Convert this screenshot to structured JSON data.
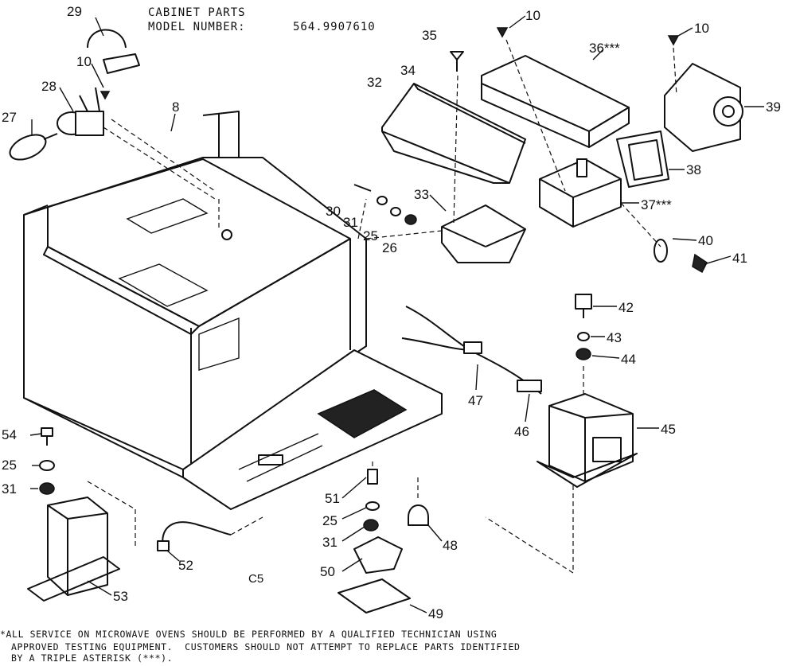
{
  "header": {
    "title": "CABINET PARTS",
    "model_label": "MODEL NUMBER:",
    "model_number": "564.9907610"
  },
  "figure_code": "C5",
  "callouts": [
    {
      "id": "c29",
      "text": "29"
    },
    {
      "id": "c10a",
      "text": "10"
    },
    {
      "id": "c28",
      "text": "28"
    },
    {
      "id": "c27",
      "text": "27"
    },
    {
      "id": "c8",
      "text": "8"
    },
    {
      "id": "c35",
      "text": "35"
    },
    {
      "id": "c10b",
      "text": "10"
    },
    {
      "id": "c36",
      "text": "36***"
    },
    {
      "id": "c10c",
      "text": "10"
    },
    {
      "id": "c39",
      "text": "39"
    },
    {
      "id": "c32",
      "text": "32"
    },
    {
      "id": "c34",
      "text": "34"
    },
    {
      "id": "c38",
      "text": "38"
    },
    {
      "id": "c37",
      "text": "37***"
    },
    {
      "id": "c33",
      "text": "33"
    },
    {
      "id": "c30",
      "text": "30"
    },
    {
      "id": "c31a",
      "text": "31"
    },
    {
      "id": "c25a",
      "text": "25"
    },
    {
      "id": "c26",
      "text": "26"
    },
    {
      "id": "c40",
      "text": "40"
    },
    {
      "id": "c41",
      "text": "41"
    },
    {
      "id": "c42",
      "text": "42"
    },
    {
      "id": "c43",
      "text": "43"
    },
    {
      "id": "c44",
      "text": "44"
    },
    {
      "id": "c47",
      "text": "47"
    },
    {
      "id": "c46",
      "text": "46"
    },
    {
      "id": "c45",
      "text": "45"
    },
    {
      "id": "c54",
      "text": "54"
    },
    {
      "id": "c25b",
      "text": "25"
    },
    {
      "id": "c31b",
      "text": "31"
    },
    {
      "id": "c51",
      "text": "51"
    },
    {
      "id": "c25c",
      "text": "25"
    },
    {
      "id": "c31c",
      "text": "31"
    },
    {
      "id": "c48",
      "text": "48"
    },
    {
      "id": "c52",
      "text": "52"
    },
    {
      "id": "c50",
      "text": "50"
    },
    {
      "id": "c53",
      "text": "53"
    },
    {
      "id": "c49",
      "text": "49"
    }
  ],
  "footnote": {
    "line1": "*ALL SERVICE ON MICROWAVE OVENS SHOULD BE PERFORMED BY A QUALIFIED TECHNICIAN USING",
    "line2": "APPROVED TESTING EQUIPMENT.  CUSTOMERS SHOULD NOT ATTEMPT TO REPLACE PARTS IDENTIFIED",
    "line3": "BY A TRIPLE ASTERISK (***)."
  }
}
